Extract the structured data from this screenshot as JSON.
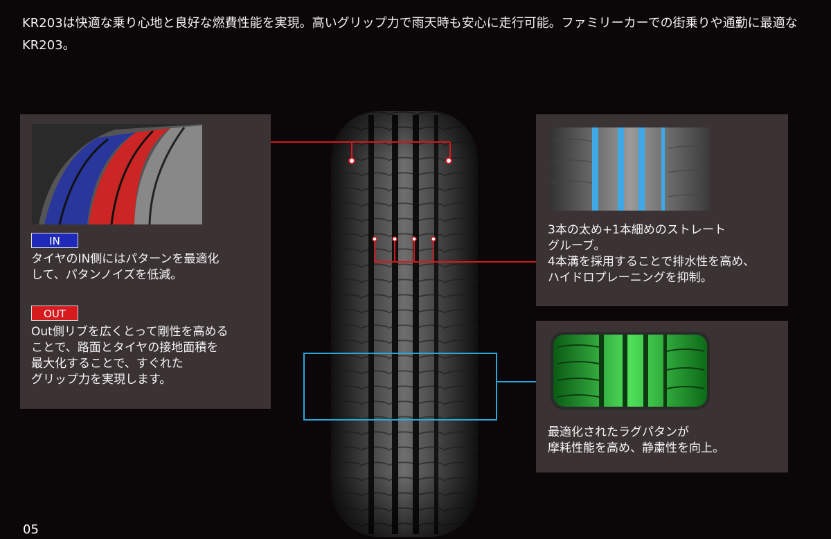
{
  "intro": {
    "text": "KR203は快適な乗り心地と良好な燃費性能を実現。高いグリップ力で雨天時も安心に走行可能。ファミリーカーでの街乗りや通勤に最適なKR203。"
  },
  "left_panel": {
    "in_tag": "IN",
    "in_text": "タイヤのIN側にはパターンを最適化\nして、パタンノイズを低減。",
    "out_tag": "OUT",
    "out_text": "Out側リブを広くとって剛性を高める\nことで、路面とタイヤの接地面積を\n最大化することで、すぐれた\nグリップ力を実現します。"
  },
  "right_top_panel": {
    "text": "3本の太め+1本細めのストレート\nグルーブ。\n4本溝を採用することで排水性を高め、\nハイドロプレーニングを抑制。"
  },
  "right_bottom_panel": {
    "text": "最適化されたラグパタンが\n摩耗性能を高め、静粛性を向上。"
  },
  "page_number": "05",
  "colors": {
    "background": "#0b0607",
    "panel": "#3a3233",
    "in_blue": "#1f2ab8",
    "out_red": "#d61b1f",
    "leader_red": "#d11a1f",
    "leader_blue": "#2aa6dc"
  }
}
